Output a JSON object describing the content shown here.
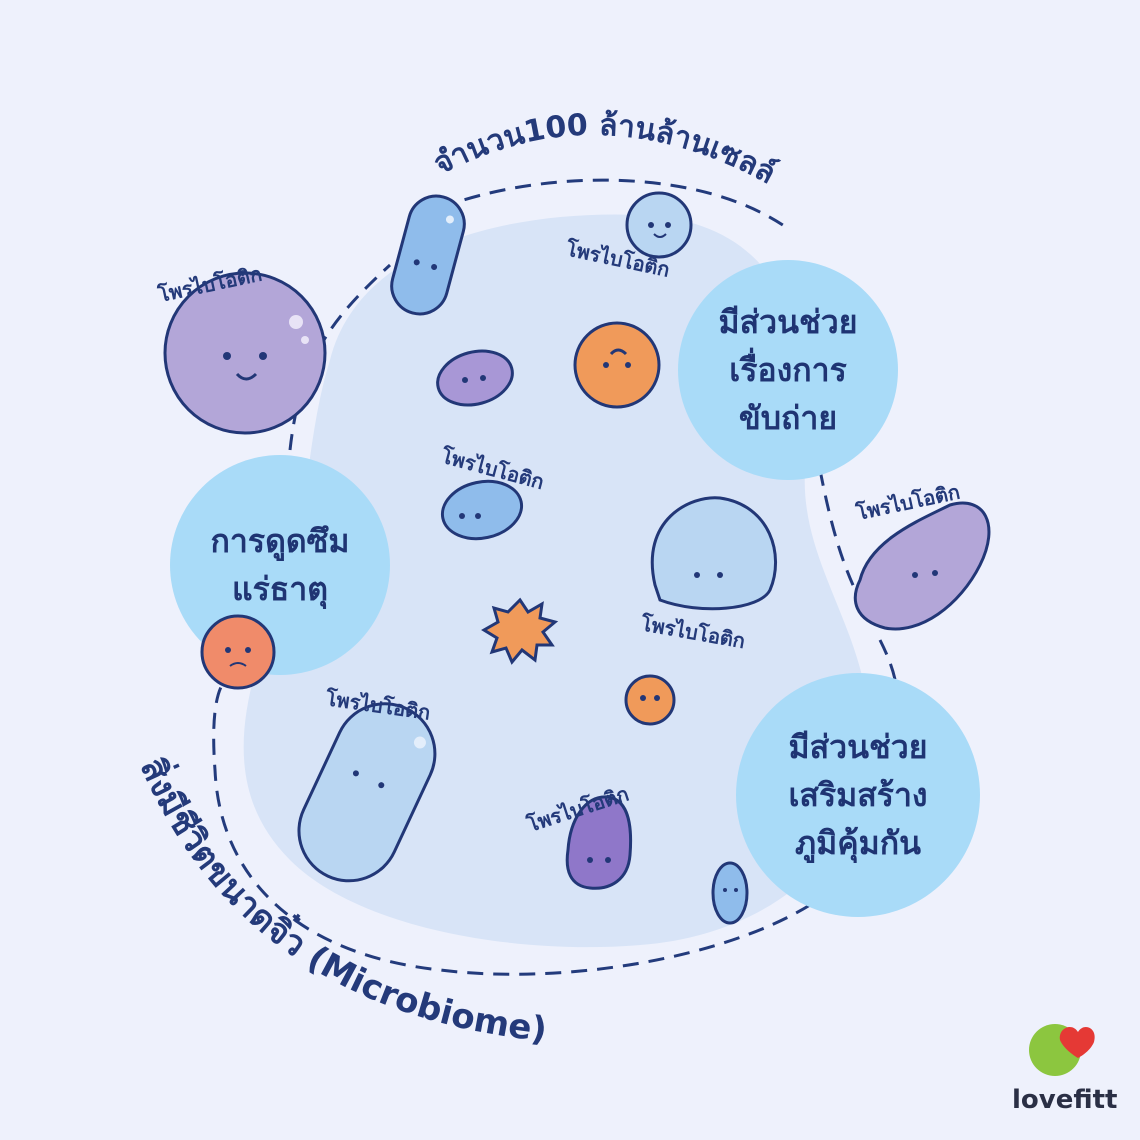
{
  "title_top": "จำนวน100 ล้านล้านเซลล์",
  "title_bottom": "สิ่งมีชีวิตขนาดจิ๋ว (Microbiome)",
  "probiotic_label": "โพรไบโอติก",
  "benefits": {
    "excretion": [
      "มีส่วนช่วย",
      "เรื่องการ",
      "ขับถ่าย"
    ],
    "absorption": [
      "การดูดซึม",
      "แร่ธาตุ"
    ],
    "immunity": [
      "มีส่วนช่วย",
      "เสริมสร้าง",
      "ภูมิคุ้มกัน"
    ]
  },
  "brand": "lovefitt",
  "colors": {
    "background": "#EEF1FC",
    "blob": "#D8E4F7",
    "benefit_circle": "#A9DBF8",
    "text": "#1F3473",
    "probiotic_purple": "#B3A6D8",
    "probiotic_blue": "#8FBCEB",
    "orange": "#F09A5A",
    "logo_green": "#8CC63F",
    "logo_red": "#E53935"
  }
}
